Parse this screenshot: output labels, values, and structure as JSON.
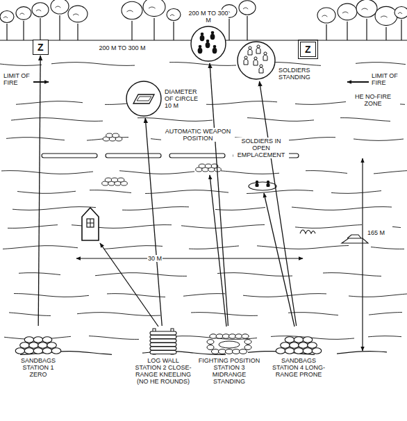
{
  "diagram": {
    "nodes": [
      {
        "text": [
          "Z"
        ]
      },
      {
        "text": [
          "Z"
        ]
      },
      {
        "text": [
          "DIAMETER OF CIRCLE 10 M"
        ]
      },
      {
        "text": [
          "200 M TO 300 M"
        ]
      },
      {
        "text": [
          "SOLDIERS STANDING"
        ]
      },
      {
        "text": [
          "SANDBAGS STATION 1 ZERO"
        ]
      },
      {
        "text": [
          "LOG WALL STATION 2 CLOSE-RANGE KNEELING (NO HE ROUNDS)"
        ]
      },
      {
        "text": [
          "FIGHTING POSITION STATION 3 MIDRANGE STANDING"
        ]
      },
      {
        "text": [
          "SANDBAGS STATION 4 LONG-RANGE PRONE"
        ]
      }
    ],
    "edges": [
      {
        "from": 5,
        "to": 0,
        "arrow": "to"
      },
      {
        "from": 6,
        "to": 2,
        "arrow": "to"
      },
      {
        "from": 7,
        "to": 3,
        "arrow": "to"
      },
      {
        "from": 8,
        "to": 4,
        "arrow": "to"
      }
    ],
    "labels": [
      "200 M TO 300 M",
      "LIMIT OF FIRE",
      "LIMIT OF FIRE",
      "HE NO-FIRE ZONE",
      "AUTOMATIC WEAPON POSITION",
      "SOLDIERS IN OPEN EMPLACEMENT",
      "165 M",
      "30 M"
    ]
  }
}
